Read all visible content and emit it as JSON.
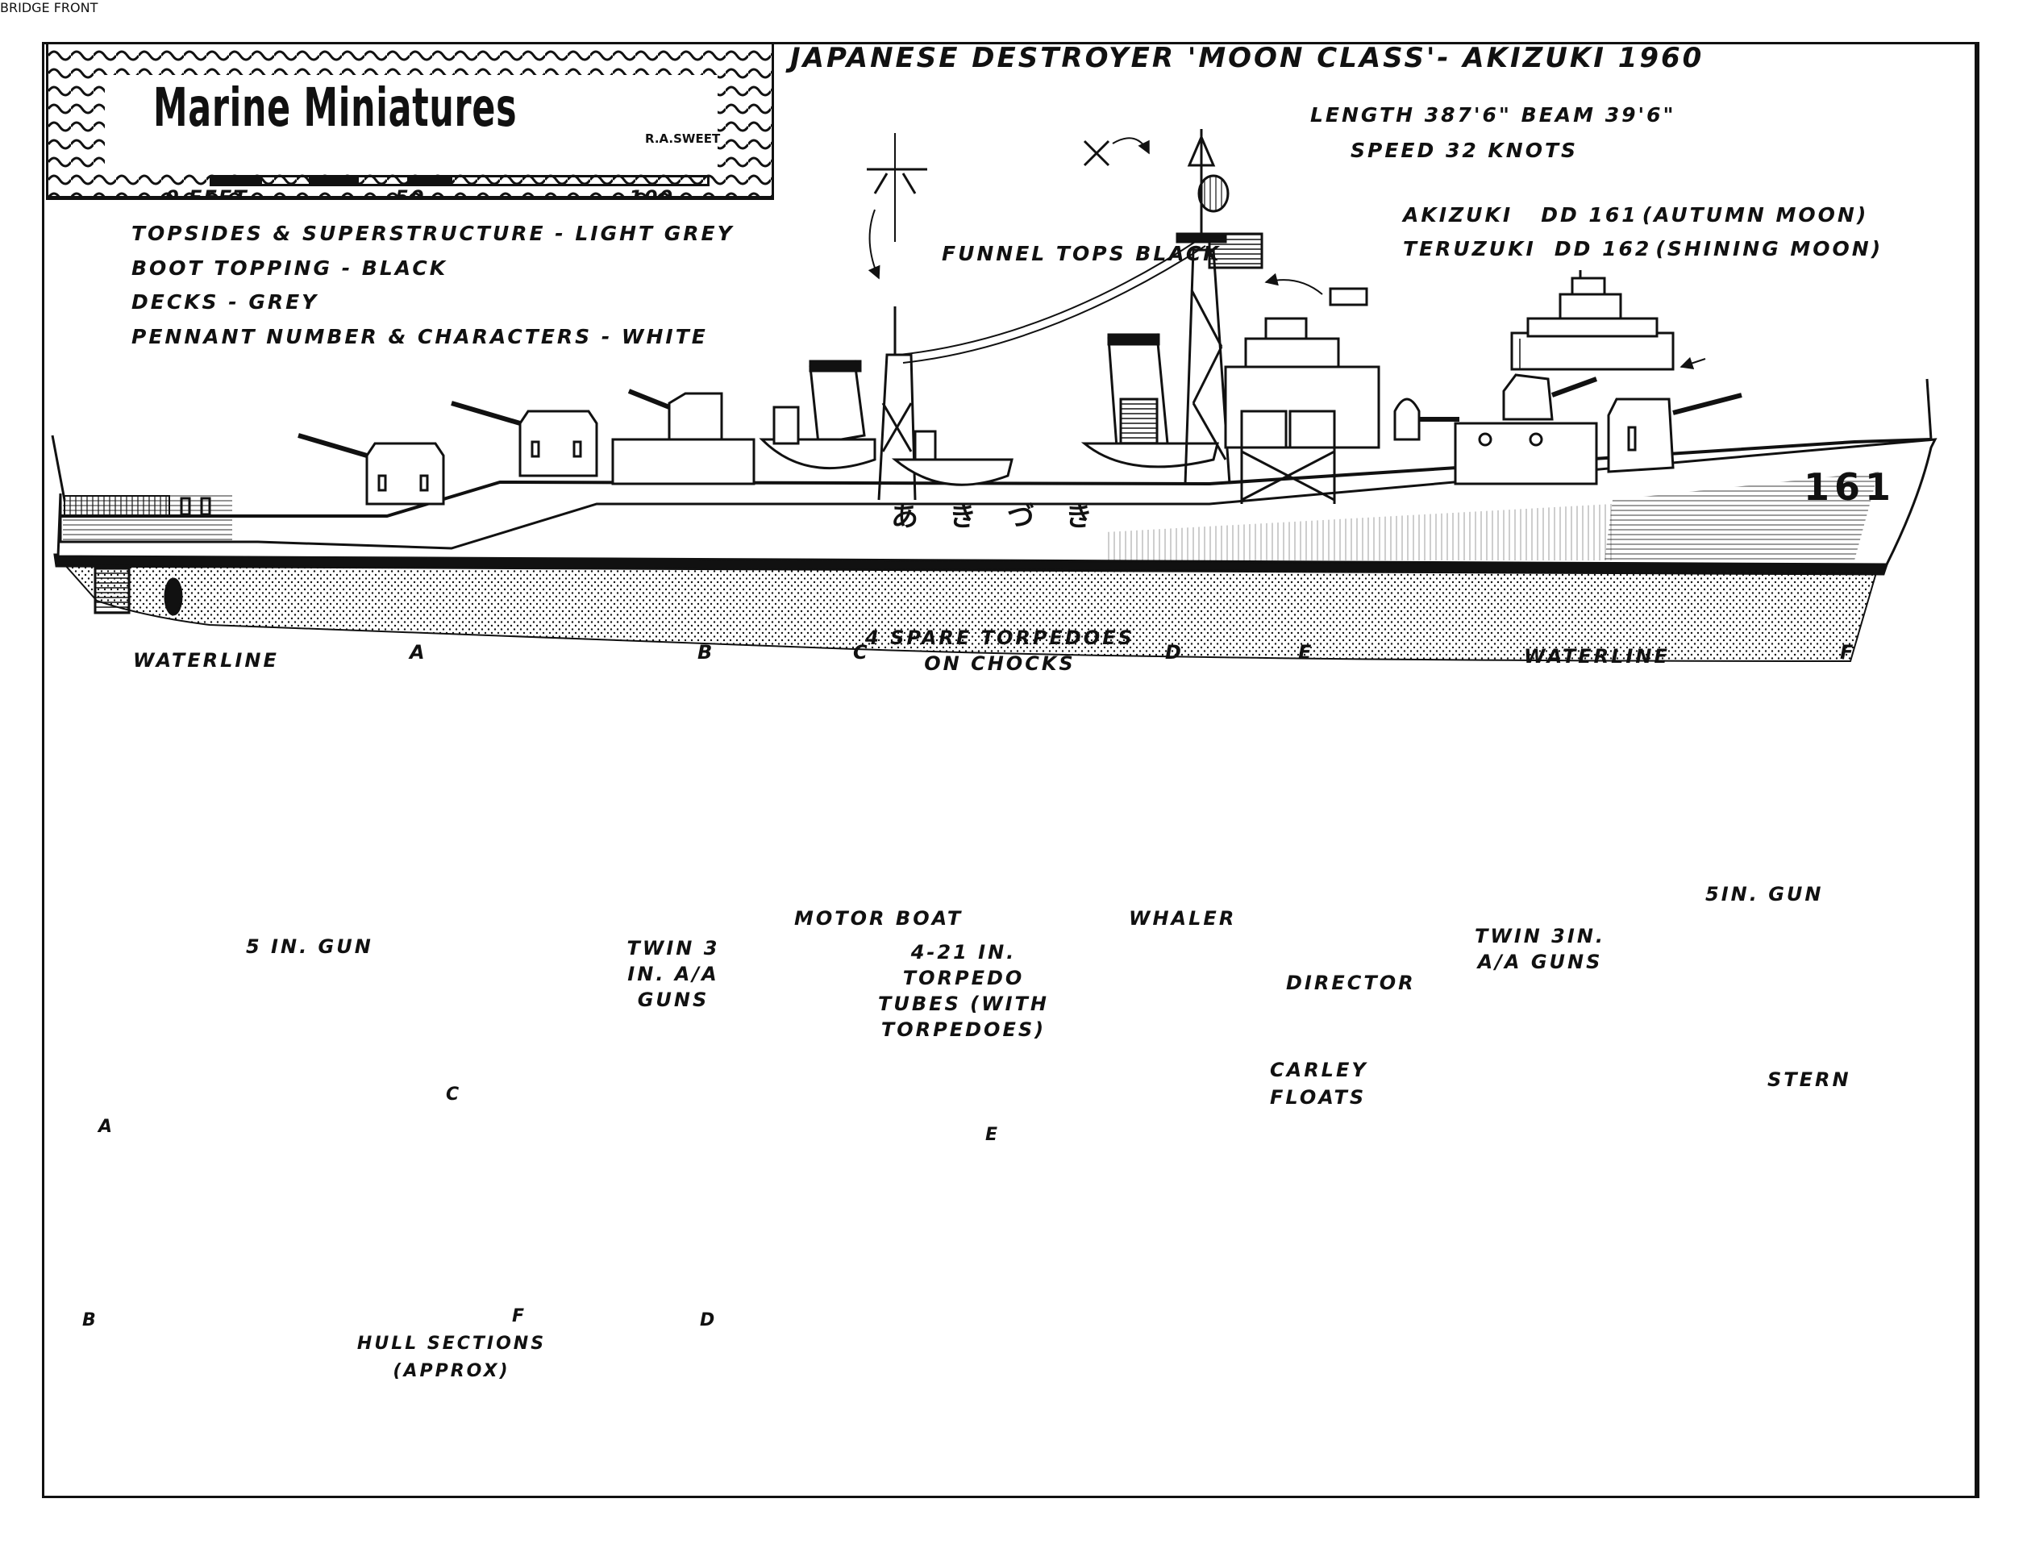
{
  "logo": {
    "title": "Marine Miniatures",
    "author": "R.A.SWEET",
    "scale_labels": [
      "0 FEET",
      "50",
      "100"
    ]
  },
  "header": {
    "title": "JAPANESE DESTROYER 'MOON CLASS'- AKIZUKI  1960",
    "dimensions": "LENGTH 387'6\"  BEAM 39'6\"",
    "speed": "SPEED 32 KNOTS",
    "ships": [
      {
        "name": "AKIZUKI",
        "pennant": "DD 161",
        "meaning": "(AUTUMN MOON)"
      },
      {
        "name": "TERUZUKI",
        "pennant": "DD 162",
        "meaning": "(SHINING MOON)"
      }
    ]
  },
  "paint_scheme": [
    "TOPSIDES & SUPERSTRUCTURE - LIGHT GREY",
    "BOOT TOPPING - BLACK",
    "DECKS - GREY",
    "PENNANT NUMBER & CHARACTERS - WHITE"
  ],
  "profile_view": {
    "hull_number": "161",
    "hull_characters": "あきづき",
    "annotations": {
      "funnel_tops": "FUNNEL TOPS BLACK",
      "bridge_front": "BRIDGE FRONT"
    }
  },
  "section_markers": [
    "A",
    "B",
    "C",
    "D",
    "E",
    "F"
  ],
  "plan_view": {
    "labels": {
      "waterline_left": "WATERLINE",
      "waterline_right": "WATERLINE",
      "spare_torpedoes": "4 SPARE TORPEDOES ON CHOCKS",
      "gun_aft": "5 IN. GUN",
      "twin_aa_aft": "TWIN 3 IN. A/A GUNS",
      "motor_boat": "MOTOR BOAT",
      "torpedo_tubes": "4-21 IN. TORPEDO TUBES (WITH TORPEDOES)",
      "whaler": "WHALER",
      "director": "DIRECTOR",
      "twin_aa_fwd": "TWIN 3IN. A/A GUNS",
      "gun_fwd": "5IN. GUN"
    }
  },
  "hull_sections": {
    "caption": "HULL SECTIONS (APPROX)",
    "letters": [
      "A",
      "B",
      "C",
      "D",
      "E",
      "F"
    ],
    "carley_floats": "CARLEY FLOATS",
    "stern": "STERN"
  }
}
